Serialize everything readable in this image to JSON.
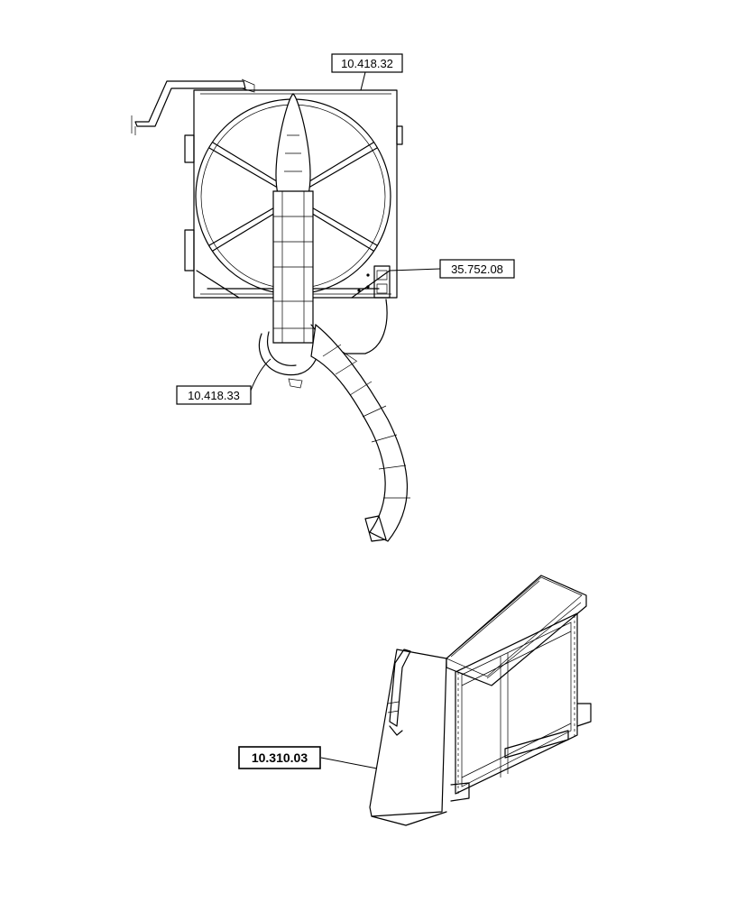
{
  "callouts": {
    "top_shroud": "10.418.32",
    "sensor": "35.752.08",
    "duct": "10.418.33",
    "radiator": "10.310.03"
  }
}
